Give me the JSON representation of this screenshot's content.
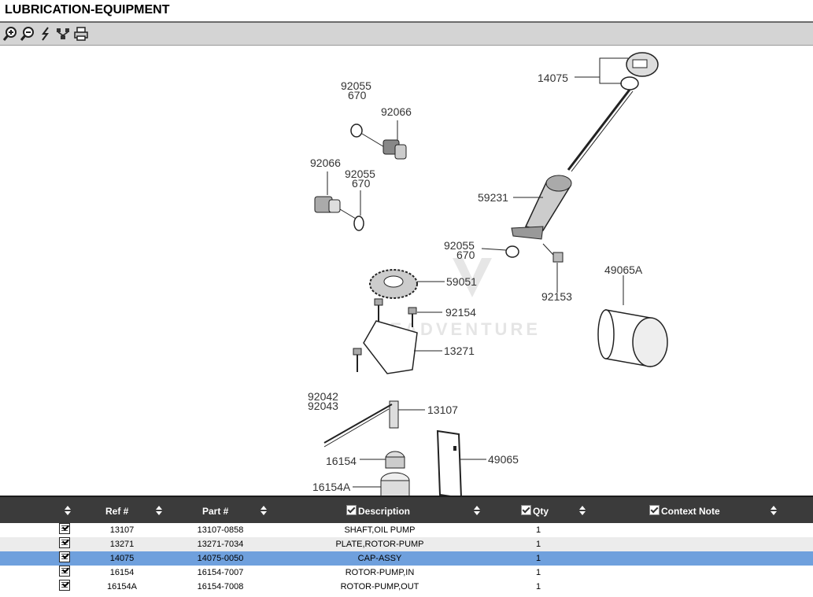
{
  "page": {
    "title": "LUBRICATION-EQUIPMENT"
  },
  "toolbar": {
    "tools": [
      "zoom-in-icon",
      "zoom-out-icon",
      "lightning-icon",
      "network-icon",
      "print-icon"
    ]
  },
  "diagram": {
    "watermark": "LEADVENTURE",
    "labels": {
      "l1": "92055",
      "l2": "670",
      "l3": "92066",
      "l4": "92066",
      "l5": "92055",
      "l6": "670",
      "l7": "14075",
      "l8": "59231",
      "l9": "92055",
      "l10": "670",
      "l11": "92153",
      "l12": "49065A",
      "l13": "59051",
      "l14": "92154",
      "l15": "13271",
      "l16": "92042",
      "l17": "92043",
      "l18": "13107",
      "l19": "16154",
      "l20": "49065",
      "l21": "16154A"
    }
  },
  "table": {
    "headers": {
      "ref": "Ref #",
      "part": "Part #",
      "description": "Description",
      "qty": "Qty",
      "context_note": "Context Note"
    },
    "rows": [
      {
        "ref": "13107",
        "part": "13107-0858",
        "description": "SHAFT,OIL PUMP",
        "qty": "1",
        "note": ""
      },
      {
        "ref": "13271",
        "part": "13271-7034",
        "description": "PLATE,ROTOR-PUMP",
        "qty": "1",
        "note": ""
      },
      {
        "ref": "14075",
        "part": "14075-0050",
        "description": "CAP-ASSY",
        "qty": "1",
        "note": ""
      },
      {
        "ref": "16154",
        "part": "16154-7007",
        "description": "ROTOR-PUMP,IN",
        "qty": "1",
        "note": ""
      },
      {
        "ref": "16154A",
        "part": "16154-7008",
        "description": "ROTOR-PUMP,OUT",
        "qty": "1",
        "note": ""
      }
    ],
    "selected_row": 2
  }
}
